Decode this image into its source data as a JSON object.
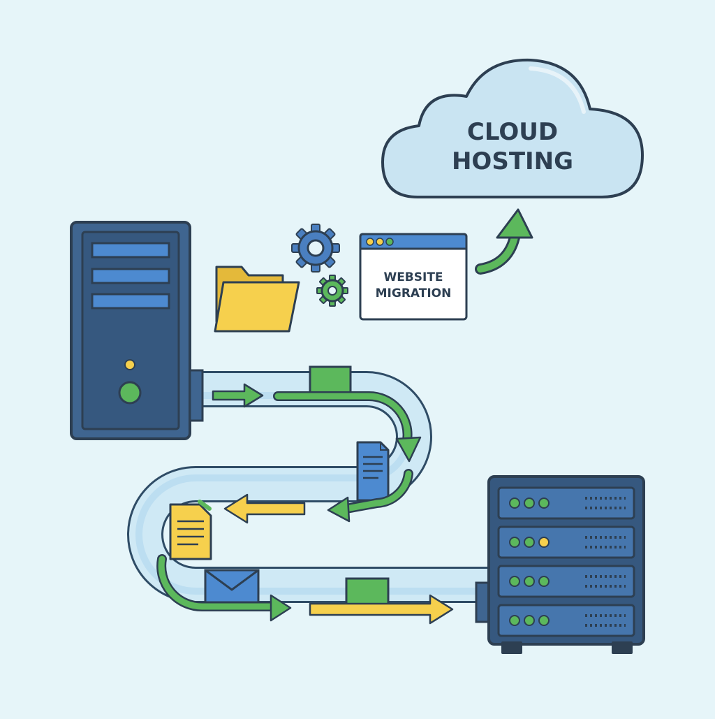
{
  "cloud": {
    "line1": "CLOUD",
    "line2": "HOSTING"
  },
  "window": {
    "line1": "WEBSITE",
    "line2": "MIGRATION"
  },
  "colors": {
    "background": "#e6f5f9",
    "outline": "#2d3f52",
    "server_body": "#3f6590",
    "server_bar": "#4d8ad0",
    "green": "#5cb85c",
    "yellow": "#f6d04d",
    "cloud_fill": "#c9e4f2",
    "pipe_fill": "#cfe9f5",
    "pipe_stroke": "#3e6a8c",
    "gear": "#4a7fc0",
    "gear_green": "#5cb85c"
  },
  "icons": [
    "legacy-server-icon",
    "server-rack-icon",
    "cloud-icon",
    "folder-icon",
    "gear-icon",
    "browser-window-icon",
    "document-icon",
    "envelope-icon",
    "upload-arrow-icon"
  ]
}
